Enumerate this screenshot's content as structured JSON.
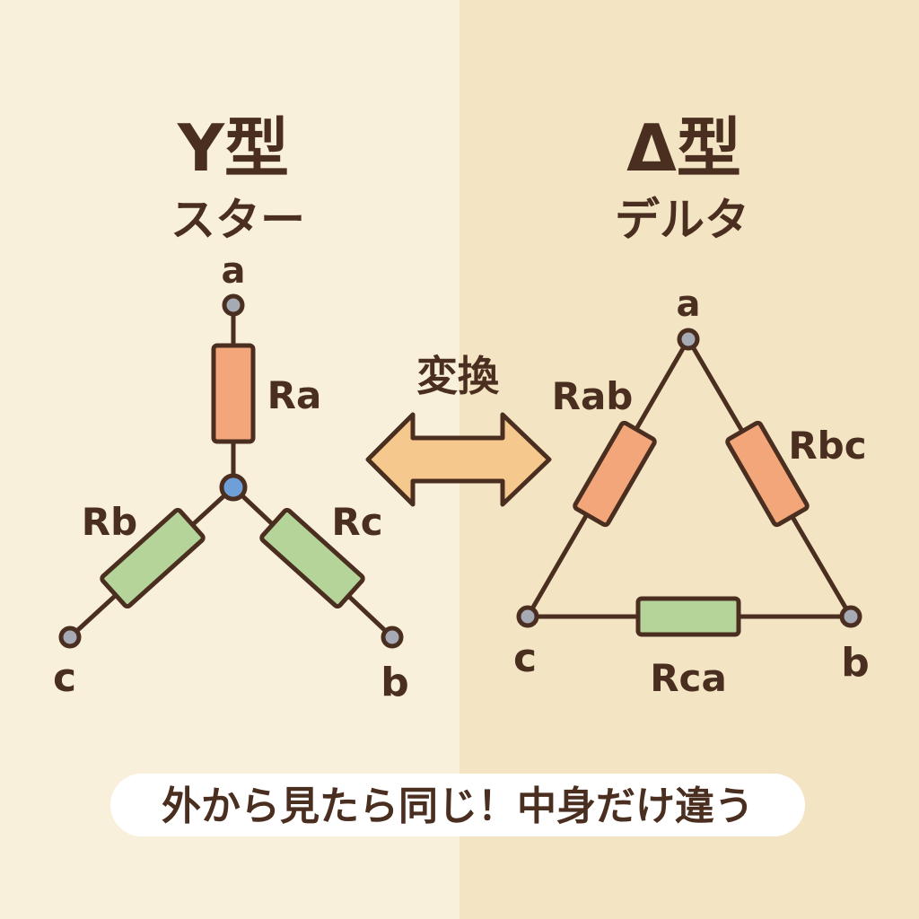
{
  "left": {
    "title": "Y型",
    "subtitle": "スター",
    "nodes": {
      "a": "a",
      "b": "b",
      "c": "c"
    },
    "resistors": {
      "a": "Ra",
      "b": "Rb",
      "c": "Rc"
    }
  },
  "right": {
    "title": "Δ型",
    "subtitle": "デルタ",
    "nodes": {
      "a": "a",
      "b": "b",
      "c": "c"
    },
    "resistors": {
      "ab": "Rab",
      "bc": "Rbc",
      "ca": "Rca"
    }
  },
  "center": {
    "label": "変換"
  },
  "caption": "外から見たら同じ！中身だけ違う",
  "colors": {
    "bg_left": "#f8f0da",
    "bg_right": "#f3e4c3",
    "ink": "#4a2e20",
    "orange": "#f2a67a",
    "green": "#b5d49a",
    "arrow": "#f5c88e",
    "center_node": "#6e9fd8",
    "terminal": "#a6aab4"
  }
}
